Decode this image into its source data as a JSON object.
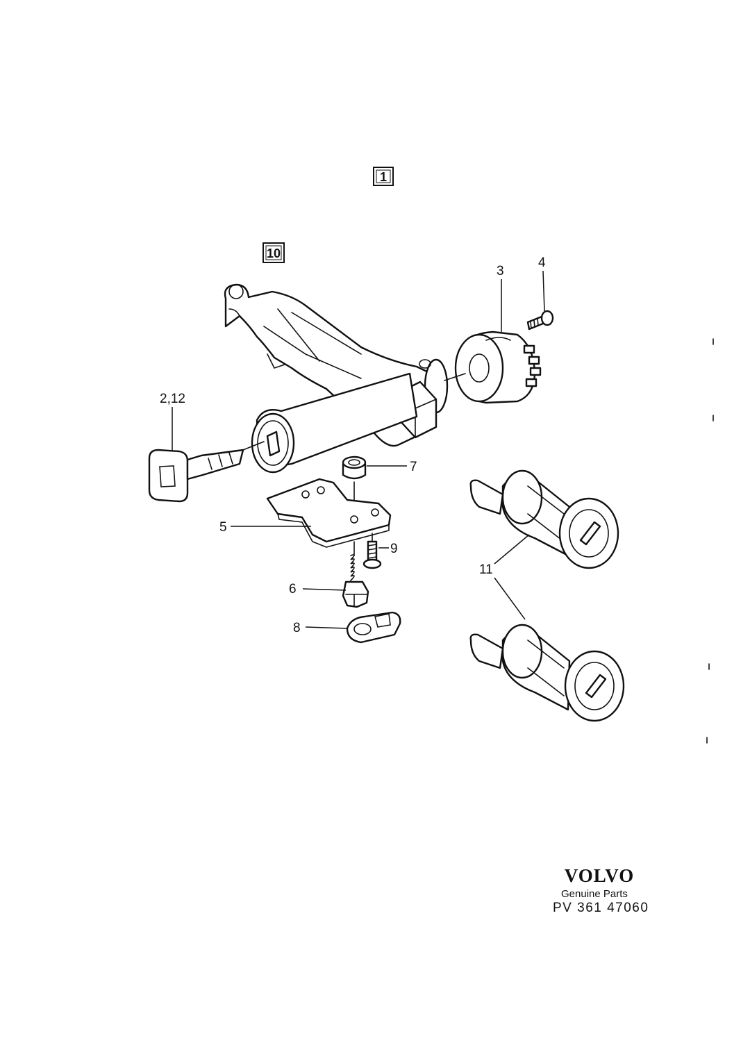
{
  "diagram": {
    "box_labels": {
      "main": "1",
      "group": "10"
    },
    "callouts": {
      "key": "2,12",
      "switch": "3",
      "screw_top": "4",
      "bracket": "5",
      "spring_pin": "6",
      "sleeve": "7",
      "washer": "8",
      "screw_bottom": "9",
      "cylinders": "11"
    }
  },
  "footer": {
    "brand": "VOLVO",
    "subtitle": "Genuine Parts",
    "code": "PV 361 47060"
  }
}
